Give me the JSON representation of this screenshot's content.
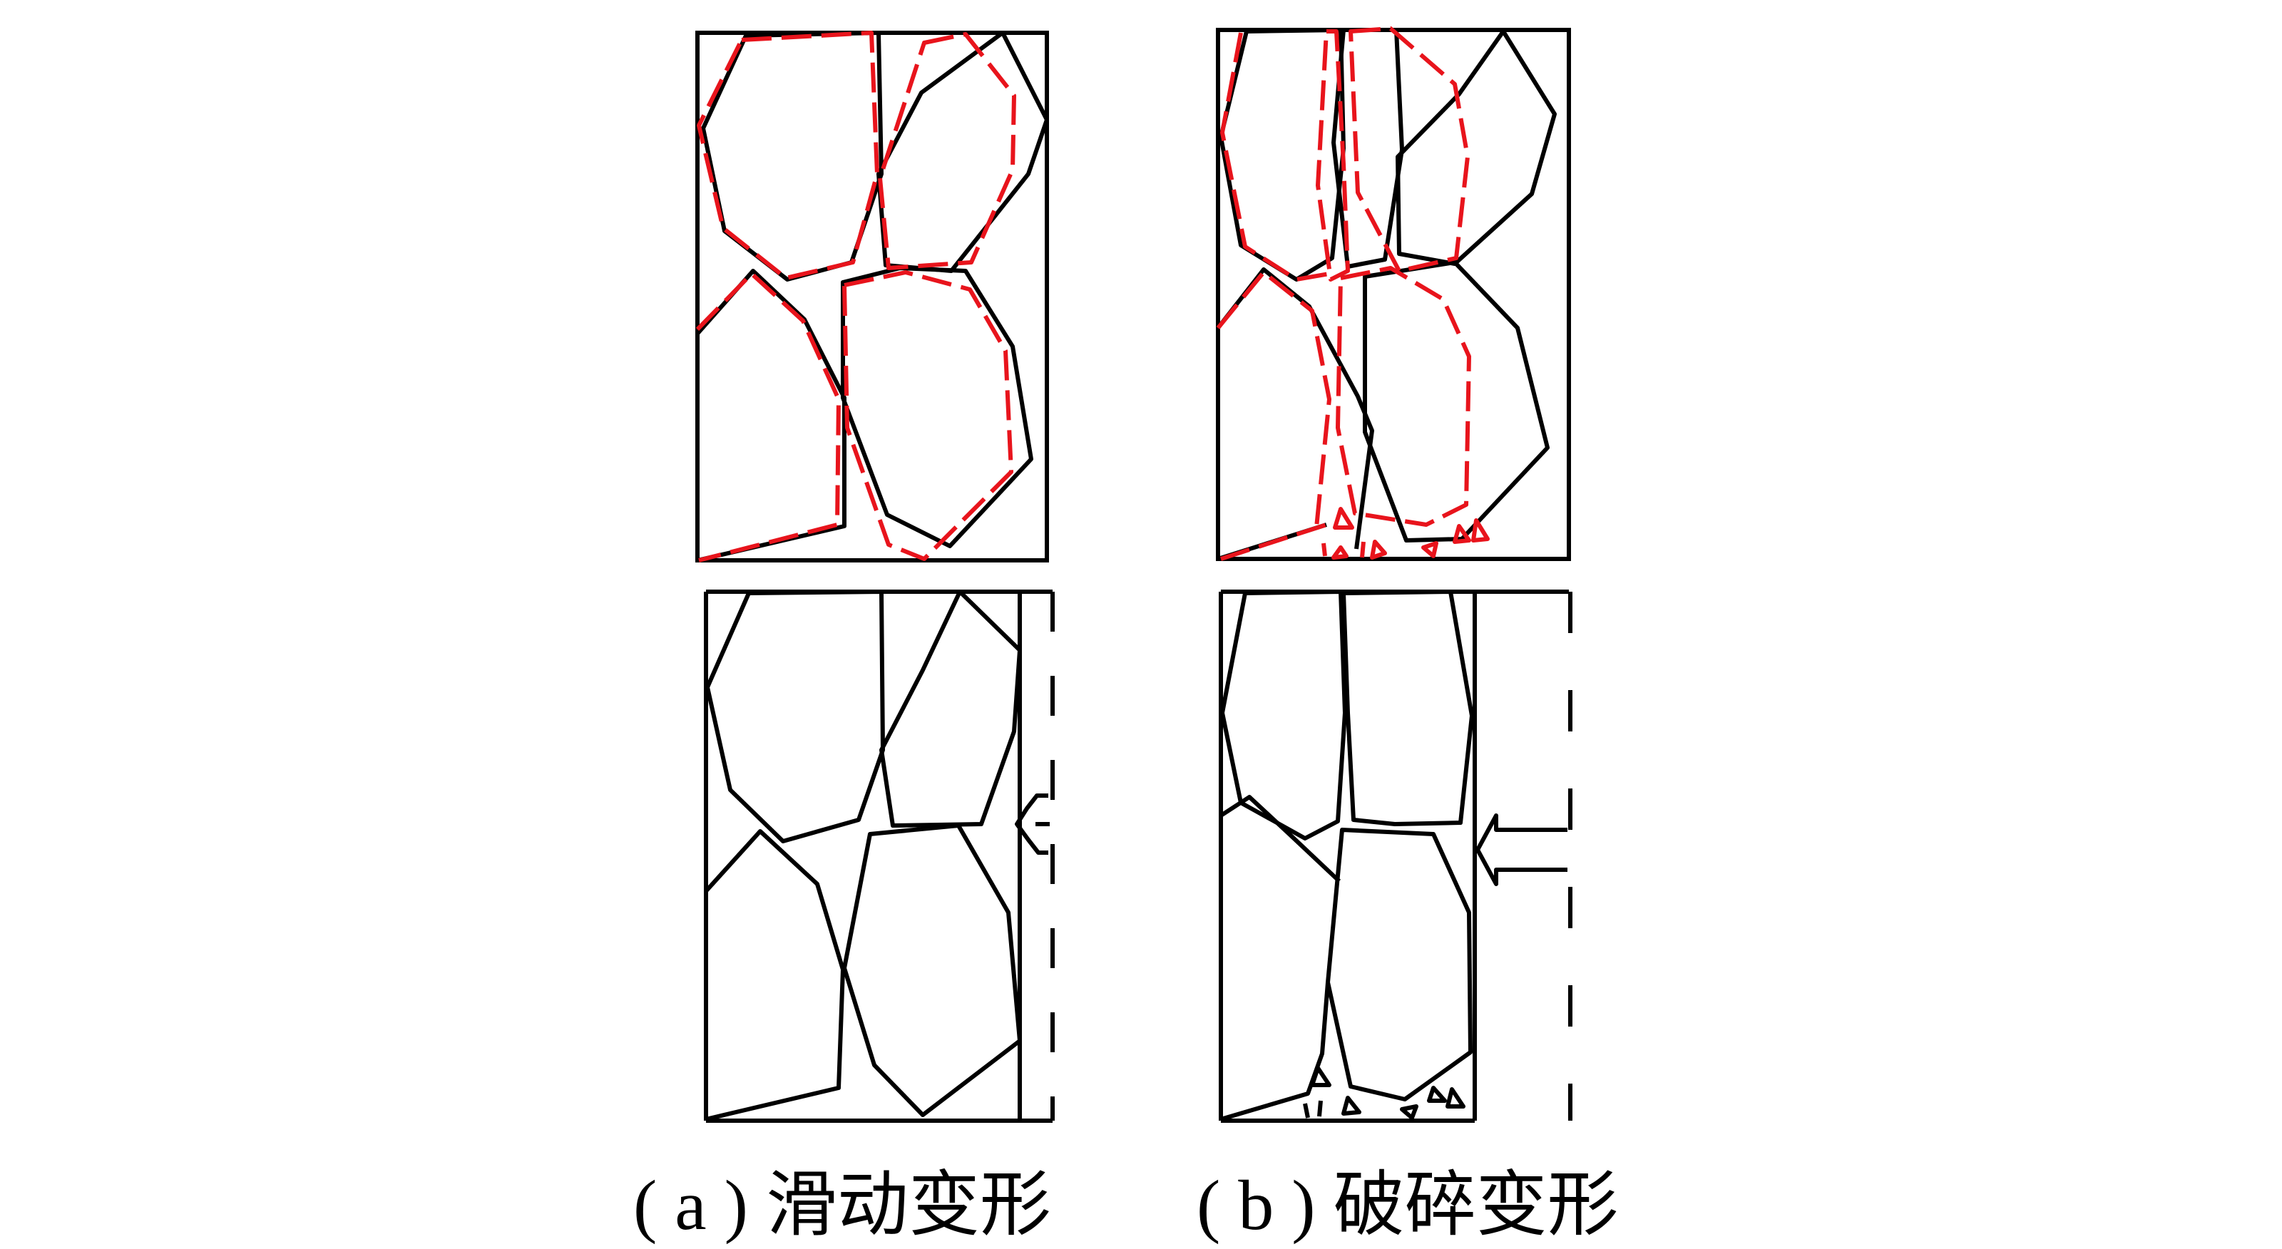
{
  "figure": {
    "colors": {
      "ink": "#000000",
      "overlay": "#e8141c",
      "background": "#ffffff"
    },
    "panels": [
      {
        "id": "a",
        "caption": "( a ) 滑动变形"
      },
      {
        "id": "b",
        "caption": "( b ) 破碎变形"
      }
    ],
    "icons": [
      "push-arrow-icon",
      "push-arrow-icon"
    ]
  }
}
